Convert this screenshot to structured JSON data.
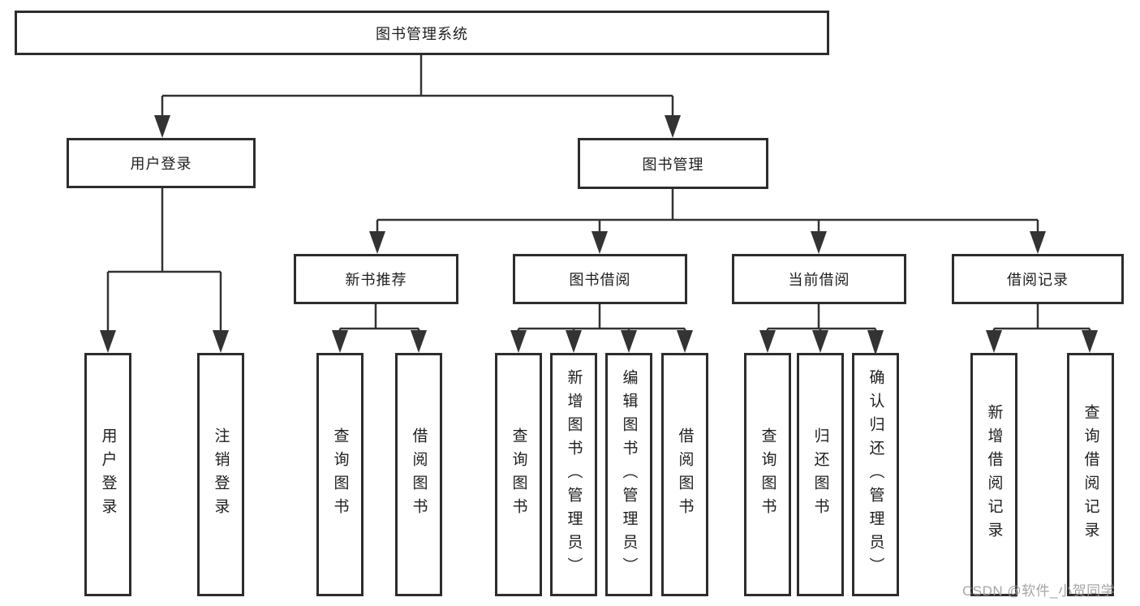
{
  "diagram_title": "图书管理系统",
  "watermark": "CSDN @软件_小贺同学",
  "colors": {
    "line": "#333333",
    "box_border": "#2d2d2d",
    "text": "#1e1e1e",
    "watermark": "#9c9c9c",
    "background": "#ffffff"
  },
  "nodes": {
    "root": {
      "label": "图书管理系统"
    },
    "level2": [
      {
        "label": "用户登录",
        "parent": "图书管理系统"
      },
      {
        "label": "图书管理",
        "parent": "图书管理系统"
      }
    ],
    "level3": [
      {
        "label": "新书推荐",
        "parent": "图书管理"
      },
      {
        "label": "图书借阅",
        "parent": "图书管理"
      },
      {
        "label": "当前借阅",
        "parent": "图书管理"
      },
      {
        "label": "借阅记录",
        "parent": "图书管理"
      }
    ],
    "leaves": [
      {
        "label": "用户登录",
        "parent": "用户登录"
      },
      {
        "label": "注销登录",
        "parent": "用户登录"
      },
      {
        "label": "查询图书",
        "parent": "新书推荐"
      },
      {
        "label": "借阅图书",
        "parent": "新书推荐"
      },
      {
        "label": "查询图书",
        "parent": "图书借阅"
      },
      {
        "label": "新增图书（管理员）",
        "parent": "图书借阅"
      },
      {
        "label": "编辑图书（管理员）",
        "parent": "图书借阅"
      },
      {
        "label": "借阅图书",
        "parent": "图书借阅"
      },
      {
        "label": "查询图书",
        "parent": "当前借阅"
      },
      {
        "label": "归还图书",
        "parent": "当前借阅"
      },
      {
        "label": "确认归还（管理员）",
        "parent": "当前借阅"
      },
      {
        "label": "新增借阅记录",
        "parent": "借阅记录"
      },
      {
        "label": "查询借阅记录",
        "parent": "借阅记录"
      }
    ]
  }
}
